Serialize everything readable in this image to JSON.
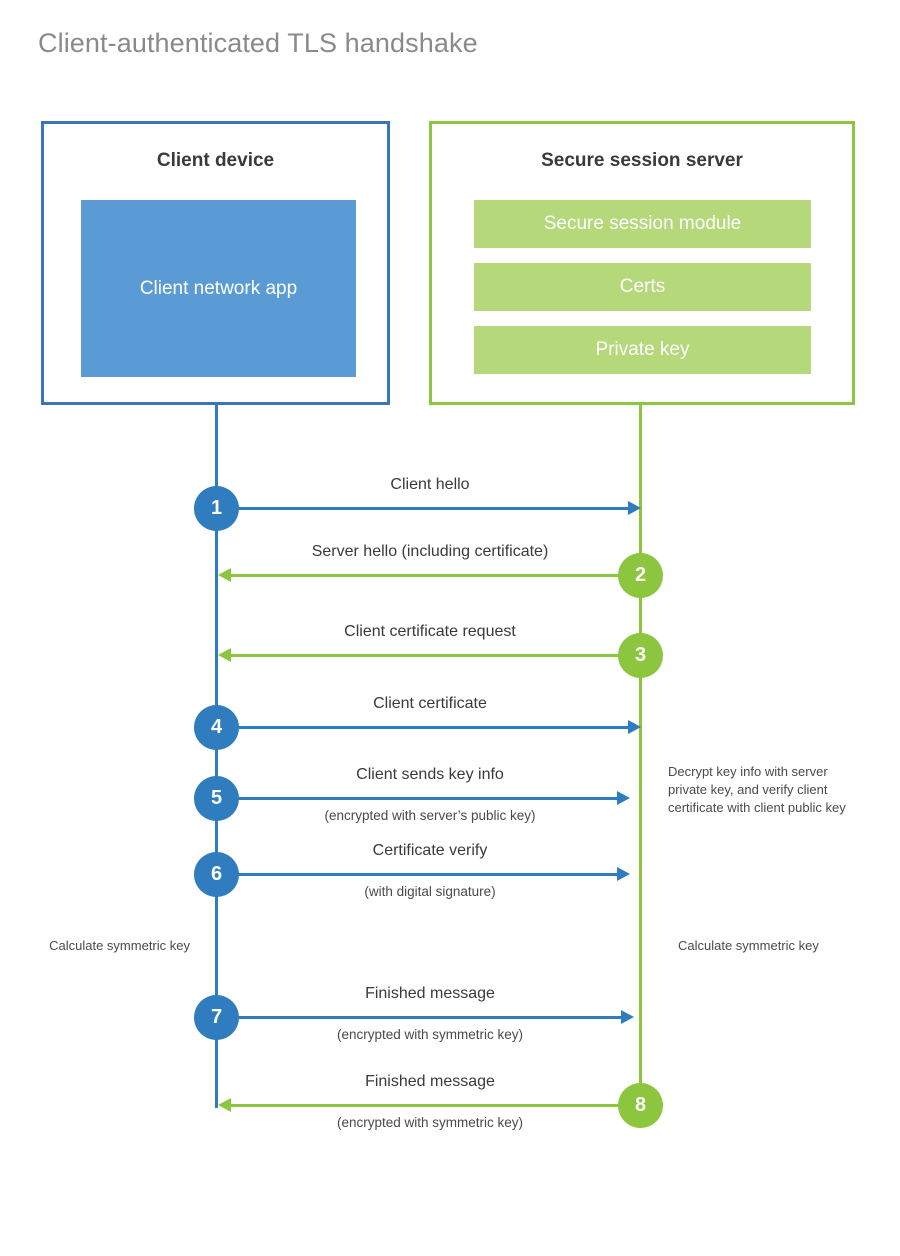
{
  "title": "Client-authenticated TLS handshake",
  "colors": {
    "client_border": "#3a74ba",
    "client_fill": "#5b9bd5",
    "client_line": "#2f7cbf",
    "server_border": "#8cc63e",
    "server_fill": "#b5d87b",
    "server_line": "#8cc63e",
    "title_text": "#8a8a8a",
    "body_text": "#3a3a3a",
    "background": "#ffffff"
  },
  "parties": {
    "client": {
      "title": "Client device",
      "blocks": [
        {
          "label": "Client network app"
        }
      ]
    },
    "server": {
      "title": "Secure session server",
      "blocks": [
        {
          "label": "Secure session module"
        },
        {
          "label": "Certs"
        },
        {
          "label": "Private key"
        }
      ]
    }
  },
  "messages": [
    {
      "number": "1",
      "direction": "client-to-server",
      "label": "Client hello",
      "sublabel": ""
    },
    {
      "number": "2",
      "direction": "server-to-client",
      "label": "Server hello (including certificate)",
      "sublabel": ""
    },
    {
      "number": "3",
      "direction": "server-to-client",
      "label": "Client certificate request",
      "sublabel": ""
    },
    {
      "number": "4",
      "direction": "client-to-server",
      "label": "Client certificate",
      "sublabel": ""
    },
    {
      "number": "5",
      "direction": "client-to-server",
      "label": "Client sends key info",
      "sublabel": "(encrypted with server’s public key)"
    },
    {
      "number": "6",
      "direction": "client-to-server",
      "label": "Certificate verify",
      "sublabel": "(with digital signature)"
    },
    {
      "number": "7",
      "direction": "client-to-server",
      "label": "Finished message",
      "sublabel": "(encrypted with symmetric key)"
    },
    {
      "number": "8",
      "direction": "server-to-client",
      "label": "Finished message",
      "sublabel": "(encrypted with symmetric key)"
    }
  ],
  "notes": {
    "server_decrypt": "Decrypt key info with server private key, and verify client certificate with client public key",
    "client_calculate": "Calculate symmetric key",
    "server_calculate": "Calculate symmetric key"
  }
}
